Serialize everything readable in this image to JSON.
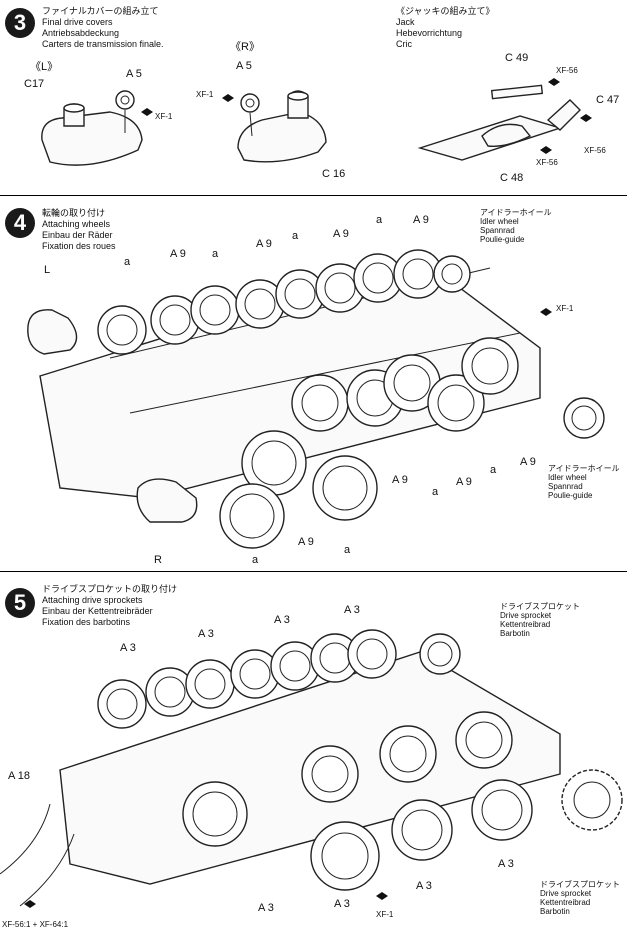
{
  "step3": {
    "number": "3",
    "title_jp": "ファイナルカバーの組み立て",
    "title_en": "Final drive covers",
    "title_de": "Antriebsabdeckung",
    "title_fr": "Carters de transmission finale.",
    "left_tag": "《L》",
    "right_tag": "《R》",
    "c17": "C17",
    "a5_left": "A 5",
    "a5_right": "A 5",
    "xf1_left": "XF-1",
    "xf1_right": "XF-1",
    "c16": "C 16",
    "jack_jp": "《ジャッキの組み立て》",
    "jack_en": "Jack",
    "jack_de": "Hebevorrichtung",
    "jack_fr": "Cric",
    "c49": "C 49",
    "c47": "C 47",
    "c48": "C 48",
    "xf56_a": "XF-56",
    "xf56_b": "XF-56",
    "xf56_c": "XF-56"
  },
  "step4": {
    "number": "4",
    "title_jp": "転輪の取り付け",
    "title_en": "Attaching wheels",
    "title_de": "Einbau der Räder",
    "title_fr": "Fixation des roues",
    "idler_top_jp": "アイドラーホイール",
    "idler_top_en": "Idler wheel",
    "idler_top_de": "Spannrad",
    "idler_top_fr": "Poulie-guide",
    "idler_bot_jp": "アイドラーホイール",
    "idler_bot_en": "Idler wheel",
    "idler_bot_de": "Spannrad",
    "idler_bot_fr": "Poulie-guide",
    "xf1": "XF-1",
    "l": "L",
    "r": "R",
    "a": "a",
    "a9": "A 9"
  },
  "step5": {
    "number": "5",
    "title_jp": "ドライブスプロケットの取り付け",
    "title_en": "Attaching drive sprockets",
    "title_de": "Einbau der Kettentreibräder",
    "title_fr": "Fixation des barbotins",
    "spr_top_jp": "ドライブスプロケット",
    "spr_top_en": "Drive sprocket",
    "spr_top_de": "Kettentreibrad",
    "spr_top_fr": "Barbotin",
    "spr_bot_jp": "ドライブスプロケット",
    "spr_bot_en": "Drive sprocket",
    "spr_bot_de": "Kettentreibrad",
    "spr_bot_fr": "Barbotin",
    "a3": "A 3",
    "a18": "A 18",
    "xf1": "XF-1",
    "paint_mix": "XF-56:1 + XF-64:1"
  }
}
